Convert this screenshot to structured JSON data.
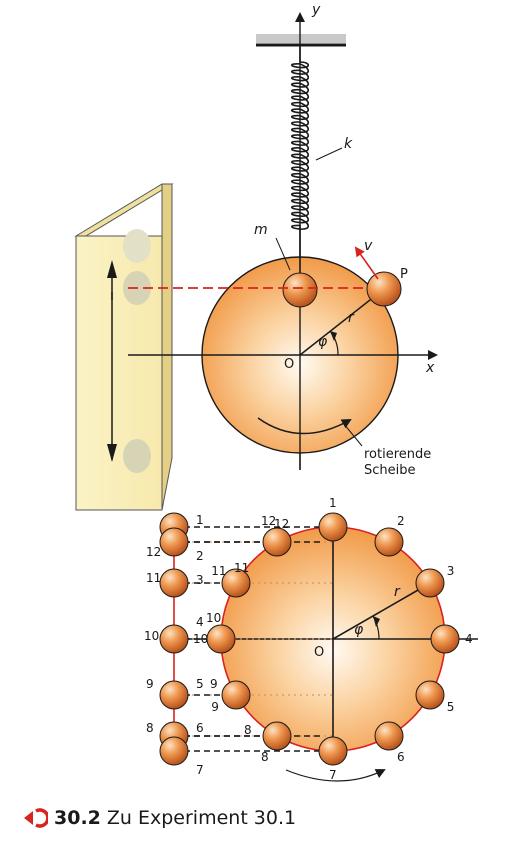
{
  "labels": {
    "y_axis": "y",
    "x_axis": "x",
    "spring": "k",
    "mass": "m",
    "velocity": "v",
    "point": "P",
    "radius": "r",
    "angle": "φ",
    "origin": "O",
    "disc_line1": "rotierende",
    "disc_line2": "Scheibe",
    "lower_radius": "r",
    "lower_angle": "φ",
    "lower_origin": "O"
  },
  "circle_positions": [
    "1",
    "2",
    "3",
    "4",
    "5",
    "6",
    "7",
    "8",
    "9",
    "10",
    "11",
    "12"
  ],
  "left_positions": [
    "1",
    "12",
    "2",
    "11",
    "3",
    "10",
    "4",
    "9",
    "5",
    "8",
    "6",
    "7"
  ],
  "mid_positions": [
    "12",
    "11",
    "10",
    "9",
    "8"
  ],
  "caption": {
    "number": "30.2",
    "text": "Zu Experiment 30.1"
  },
  "colors": {
    "ball": "#e07a2c",
    "disc": "#f4a050",
    "panel": "#f8eeb8",
    "red": "#d9231f"
  }
}
